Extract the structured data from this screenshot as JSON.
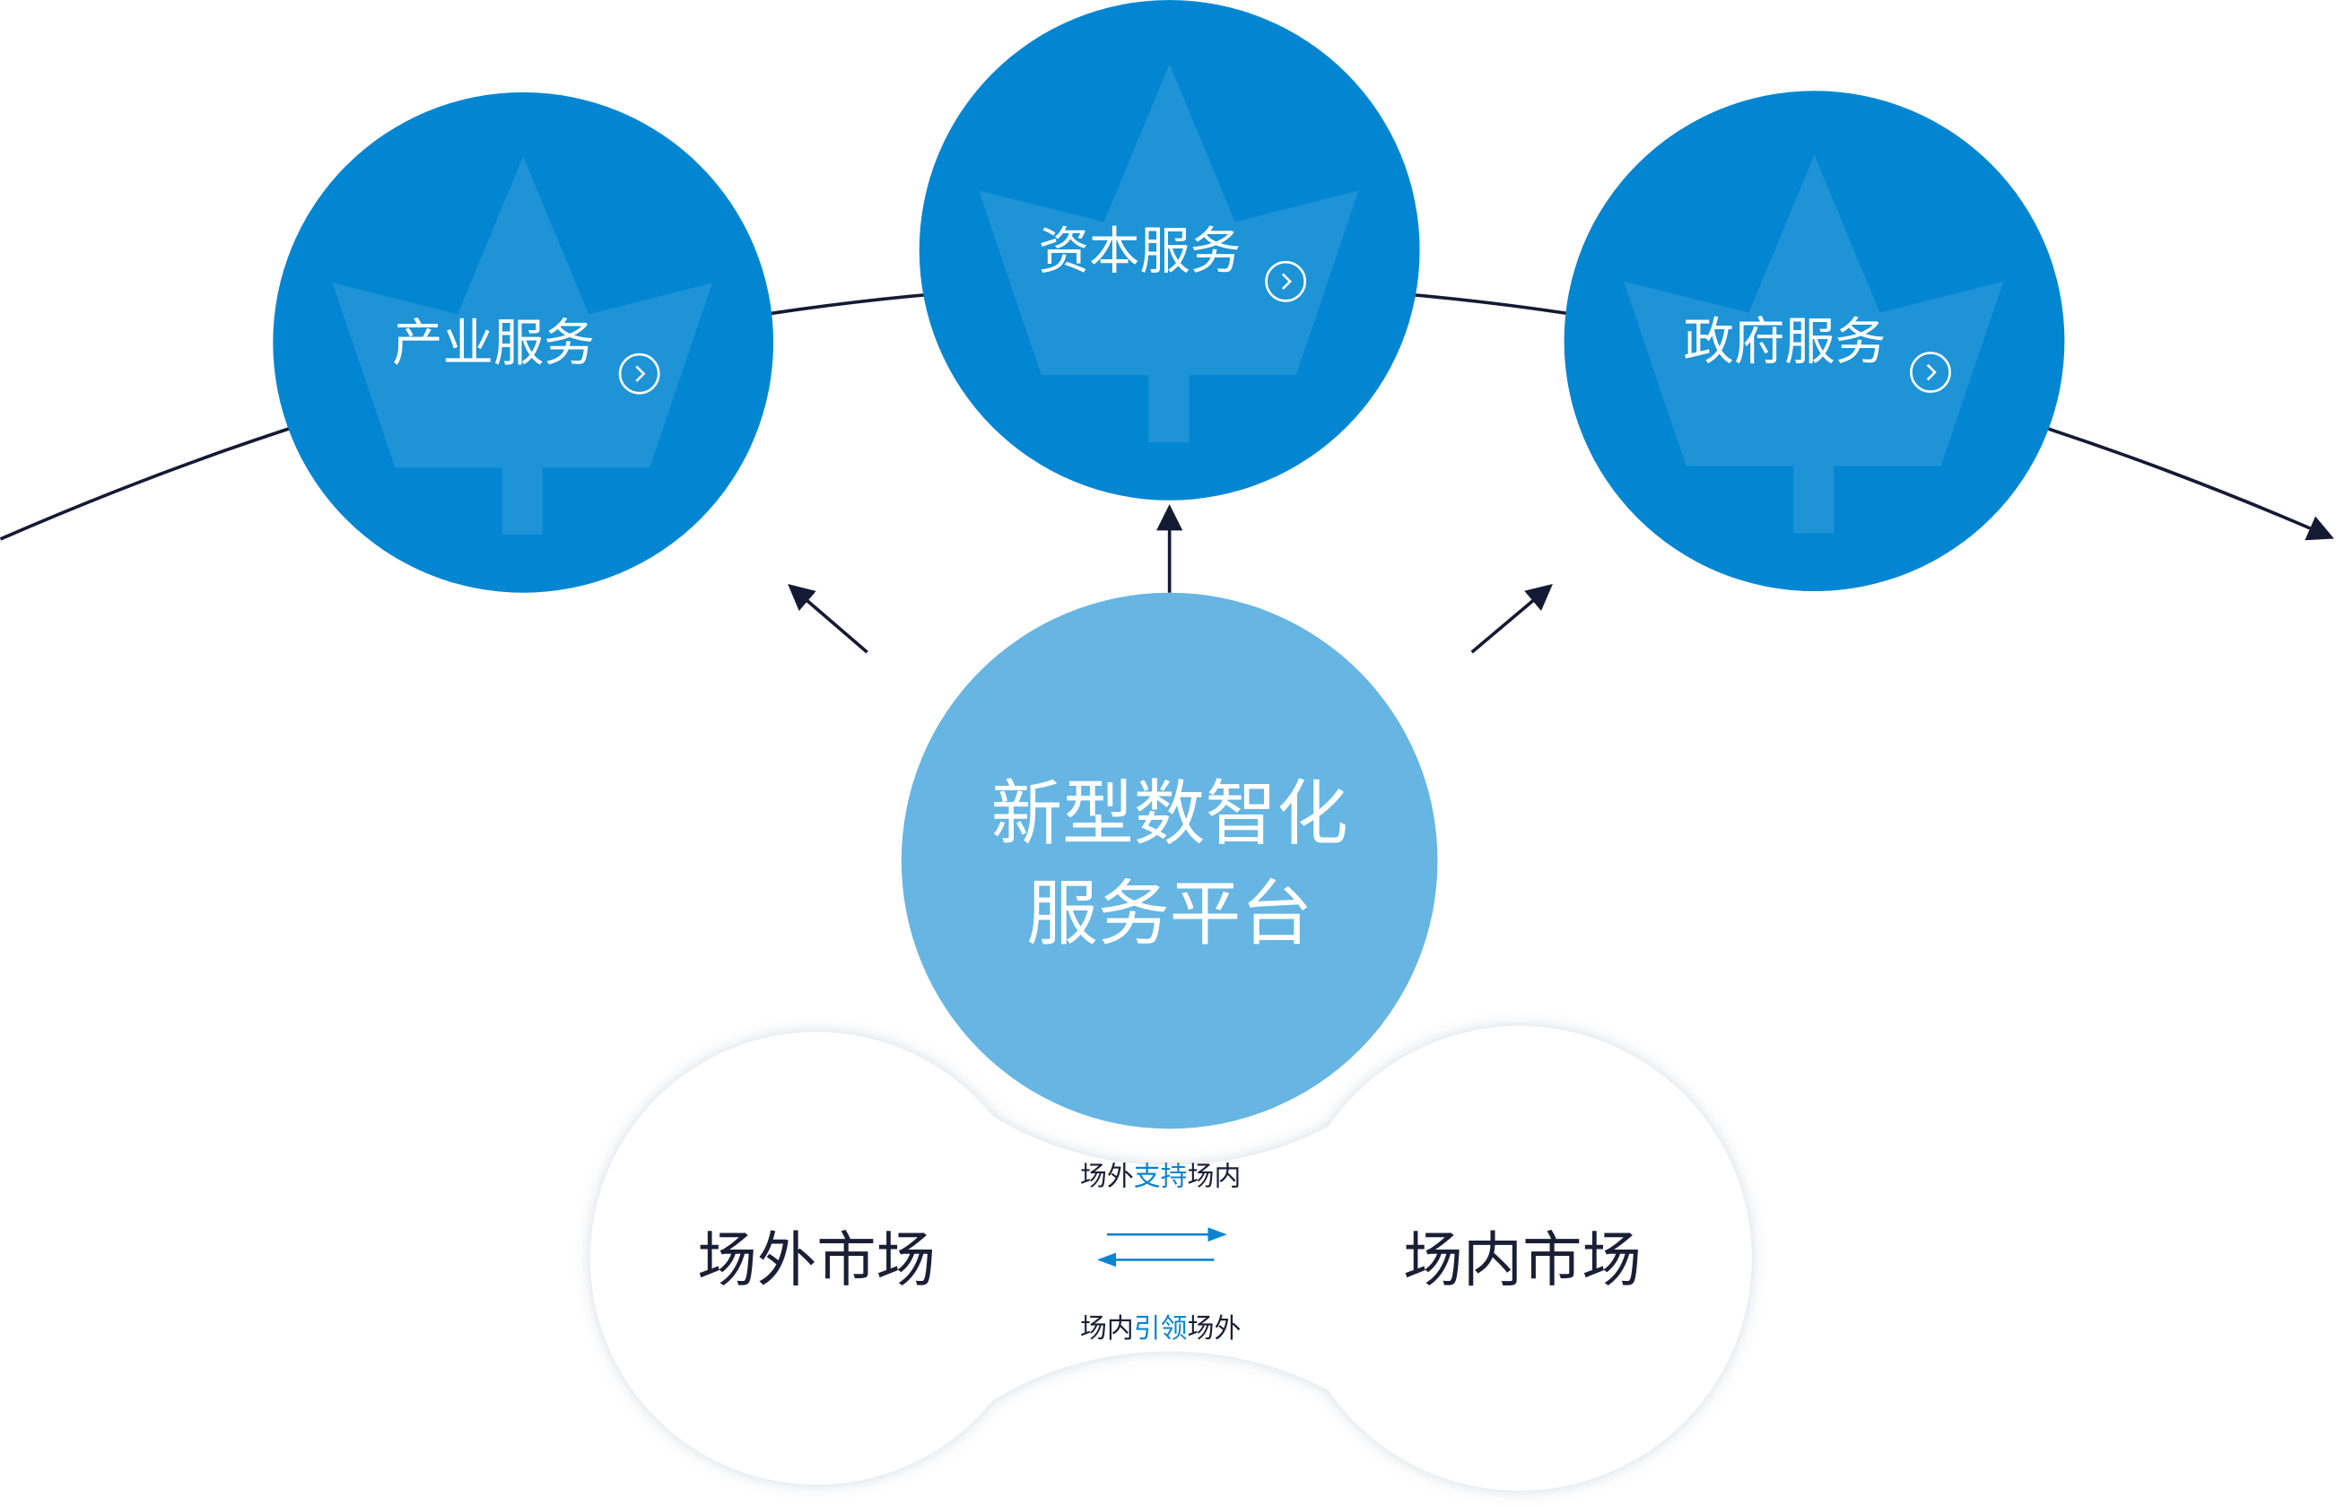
{
  "colors": {
    "service_circle": "#0386D1",
    "leaf": "#1E93D6",
    "platform_circle": "#66B5E2",
    "dark_text": "#1A1F36",
    "accent": "#0A84CF",
    "line": "#141A33"
  },
  "services": [
    {
      "label": "产业服务",
      "icon": "chevron-right-circle-icon"
    },
    {
      "label": "资本服务",
      "icon": "chevron-right-circle-icon"
    },
    {
      "label": "政府服务",
      "icon": "chevron-right-circle-icon"
    }
  ],
  "platform": {
    "line1": "新型数智化",
    "line2": "服务平台"
  },
  "markets": {
    "left": "场外市场",
    "right": "场内市场",
    "top_label": {
      "pre": "场外",
      "highlight": "支持",
      "post": "场内"
    },
    "bottom_label": {
      "pre": "场内",
      "highlight": "引领",
      "post": "场外"
    }
  }
}
